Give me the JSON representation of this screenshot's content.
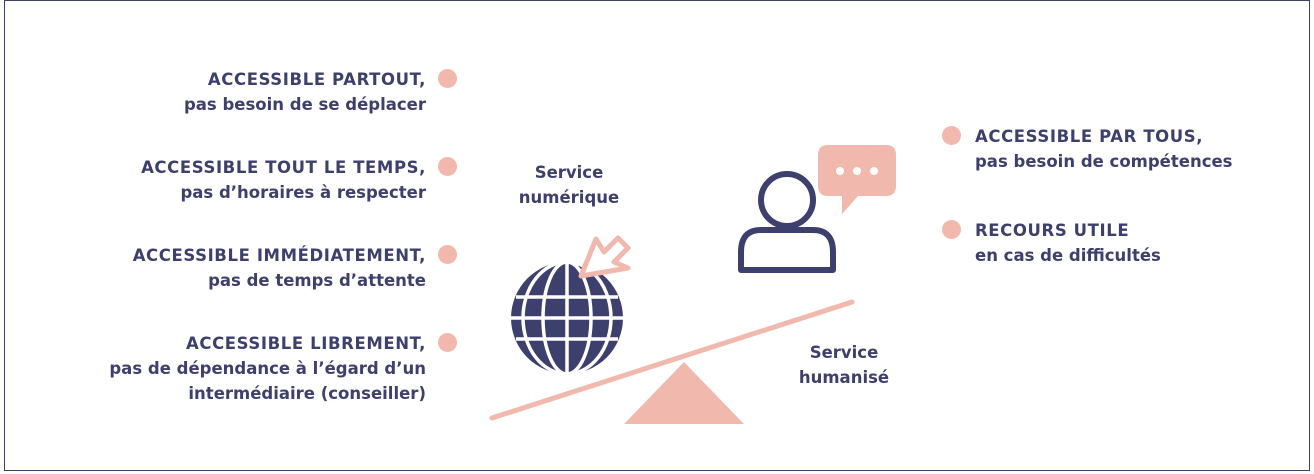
{
  "left_items": [
    {
      "title": "ACCESSIBLE PARTOUT,",
      "subtitle": "pas besoin de se déplacer"
    },
    {
      "title": "ACCESSIBLE TOUT LE TEMPS,",
      "subtitle": "pas d’horaires à respecter"
    },
    {
      "title": "ACCESSIBLE IMMÉDIATEMENT,",
      "subtitle": "pas de temps d’attente"
    },
    {
      "title": "ACCESSIBLE LIBREMENT,",
      "subtitle": "pas de dépendance à l’égard d’un",
      "subtitle2": "intermédiaire (conseiller)"
    }
  ],
  "right_items": [
    {
      "title": "ACCESSIBLE PAR TOUS,",
      "subtitle": "pas besoin de compétences"
    },
    {
      "title": "RECOURS UTILE",
      "subtitle": "en cas de difficultés"
    }
  ],
  "labels": {
    "service_numerique_line1": "Service",
    "service_numerique_line2": "numérique",
    "service_humanise_line1": "Service",
    "service_humanise_line2": "humanisé"
  },
  "icons": {
    "globe": "globe-icon",
    "cursor": "cursor-arrow-icon",
    "person": "person-icon",
    "chat": "chat-bubble-icon",
    "balance": "balance-icon"
  },
  "colors": {
    "navy": "#3d3f6c",
    "pink": "#f1b9ad",
    "border": "#3f4068"
  }
}
